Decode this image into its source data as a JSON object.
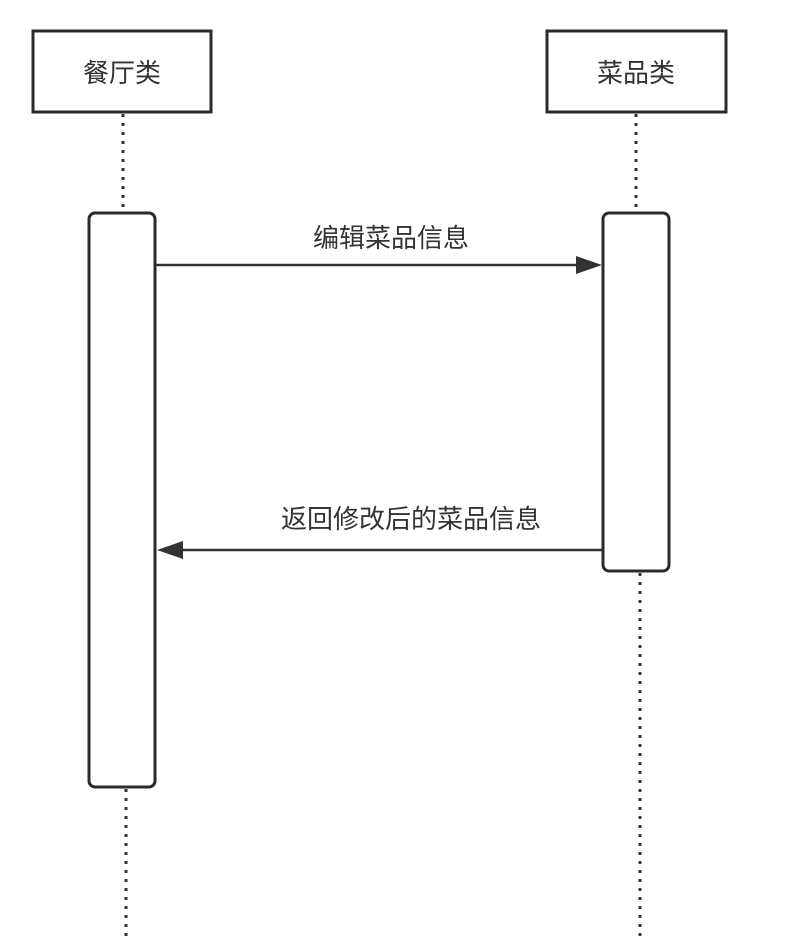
{
  "diagram": {
    "type": "sequence",
    "participants": [
      {
        "id": "restaurant",
        "label": "餐厅类"
      },
      {
        "id": "dish",
        "label": "菜品类"
      }
    ],
    "messages": [
      {
        "from": "restaurant",
        "to": "dish",
        "label": "编辑菜品信息",
        "style": "solid"
      },
      {
        "from": "dish",
        "to": "restaurant",
        "label": "返回修改后的菜品信息",
        "style": "solid"
      }
    ],
    "colors": {
      "stroke": "#2b2b2f",
      "text": "#333333",
      "background": "#ffffff"
    }
  }
}
